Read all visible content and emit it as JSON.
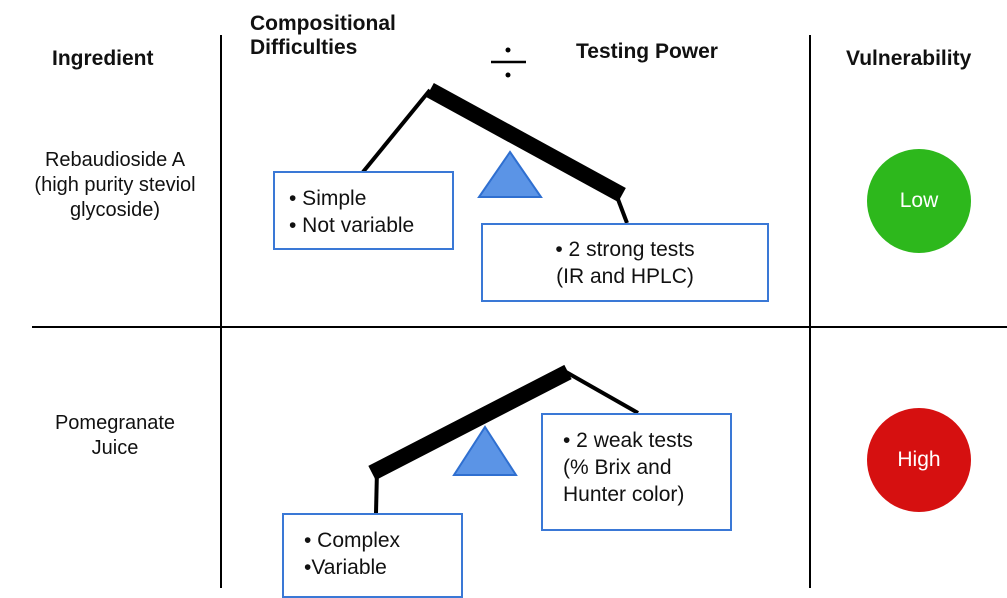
{
  "headers": {
    "ingredient": "Ingredient",
    "compositional_line1": "Compositional",
    "compositional_line2": "Difficulties",
    "divide_symbol": "÷",
    "testing_power": "Testing Power",
    "vulnerability": "Vulnerability"
  },
  "rows": [
    {
      "ingredient_line1": "Rebaudioside A",
      "ingredient_line2": "(high purity steviol",
      "ingredient_line3": "glycoside)",
      "difficulty_line1": "• Simple",
      "difficulty_line2": "• Not variable",
      "testing_line1": "• 2 strong tests",
      "testing_line2": "(IR and HPLC)",
      "vulnerability": "Low",
      "vulnerability_color": "#2db81c"
    },
    {
      "ingredient_line1": "Pomegranate",
      "ingredient_line2": "Juice",
      "difficulty_line1": "• Complex",
      "difficulty_line2": "•Variable",
      "testing_line1": "• 2 weak tests",
      "testing_line2": "(% Brix and",
      "testing_line3": "Hunter color)",
      "vulnerability": "High",
      "vulnerability_color": "#d61010"
    }
  ],
  "colors": {
    "box_border": "#3a78d6",
    "fulcrum_fill": "#5b94e6",
    "beam": "#000000"
  }
}
